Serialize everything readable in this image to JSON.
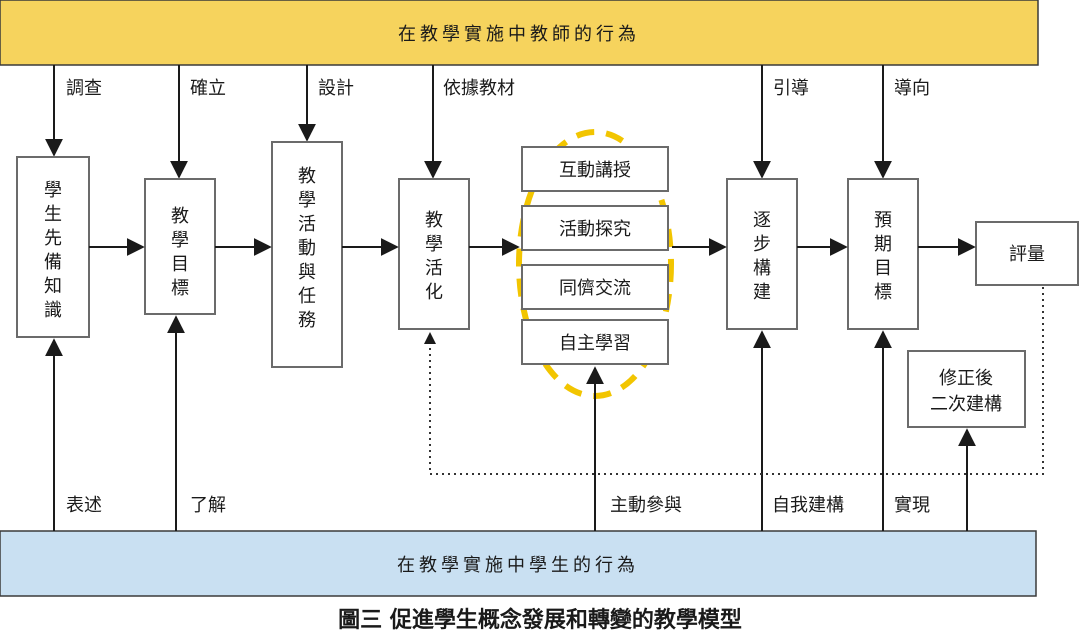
{
  "bands": {
    "teacher": "在教學實施中教師的行為",
    "student": "在教學實施中學生的行為"
  },
  "boxes": {
    "prior_knowledge": [
      "學",
      "生",
      "先",
      "備",
      "知",
      "識"
    ],
    "teaching_goal": [
      "教",
      "學",
      "目",
      "標"
    ],
    "activity_task": [
      "教",
      "學",
      "活",
      "動",
      "與",
      "任",
      "務"
    ],
    "activation": [
      "教",
      "學",
      "活",
      "化"
    ],
    "stepwise": [
      "逐",
      "步",
      "構",
      "建"
    ],
    "expected_goal": [
      "預",
      "期",
      "目",
      "標"
    ],
    "assessment": "評量",
    "revised": [
      "修正後",
      "二次建構"
    ]
  },
  "methods": [
    "互動講授",
    "活動探究",
    "同儕交流",
    "自主學習"
  ],
  "teacher_labels": {
    "survey": "調查",
    "establish": "確立",
    "design": "設計",
    "material": "依據教材",
    "guide": "引導",
    "direct": "導向"
  },
  "student_labels": {
    "express": "表述",
    "understand": "了解",
    "participate": "主動參與",
    "self_build": "自我建構",
    "realize": "實現"
  },
  "caption": "圖三 促進學生概念發展和轉變的教學模型"
}
